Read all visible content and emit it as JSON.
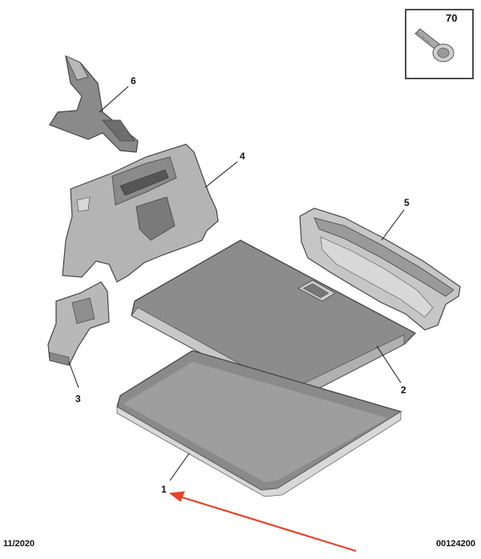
{
  "callouts": {
    "part_1": "1",
    "part_2": "2",
    "part_3": "3",
    "part_4": "4",
    "part_5": "5",
    "part_6": "6",
    "part_70": "70"
  },
  "footer": {
    "date": "11/2020",
    "code": "00124200"
  },
  "colors": {
    "part_fill": "#8c8c8c",
    "part_light": "#cfcfcf",
    "part_dark": "#6f6f6f",
    "arrow": "#e8432c"
  }
}
